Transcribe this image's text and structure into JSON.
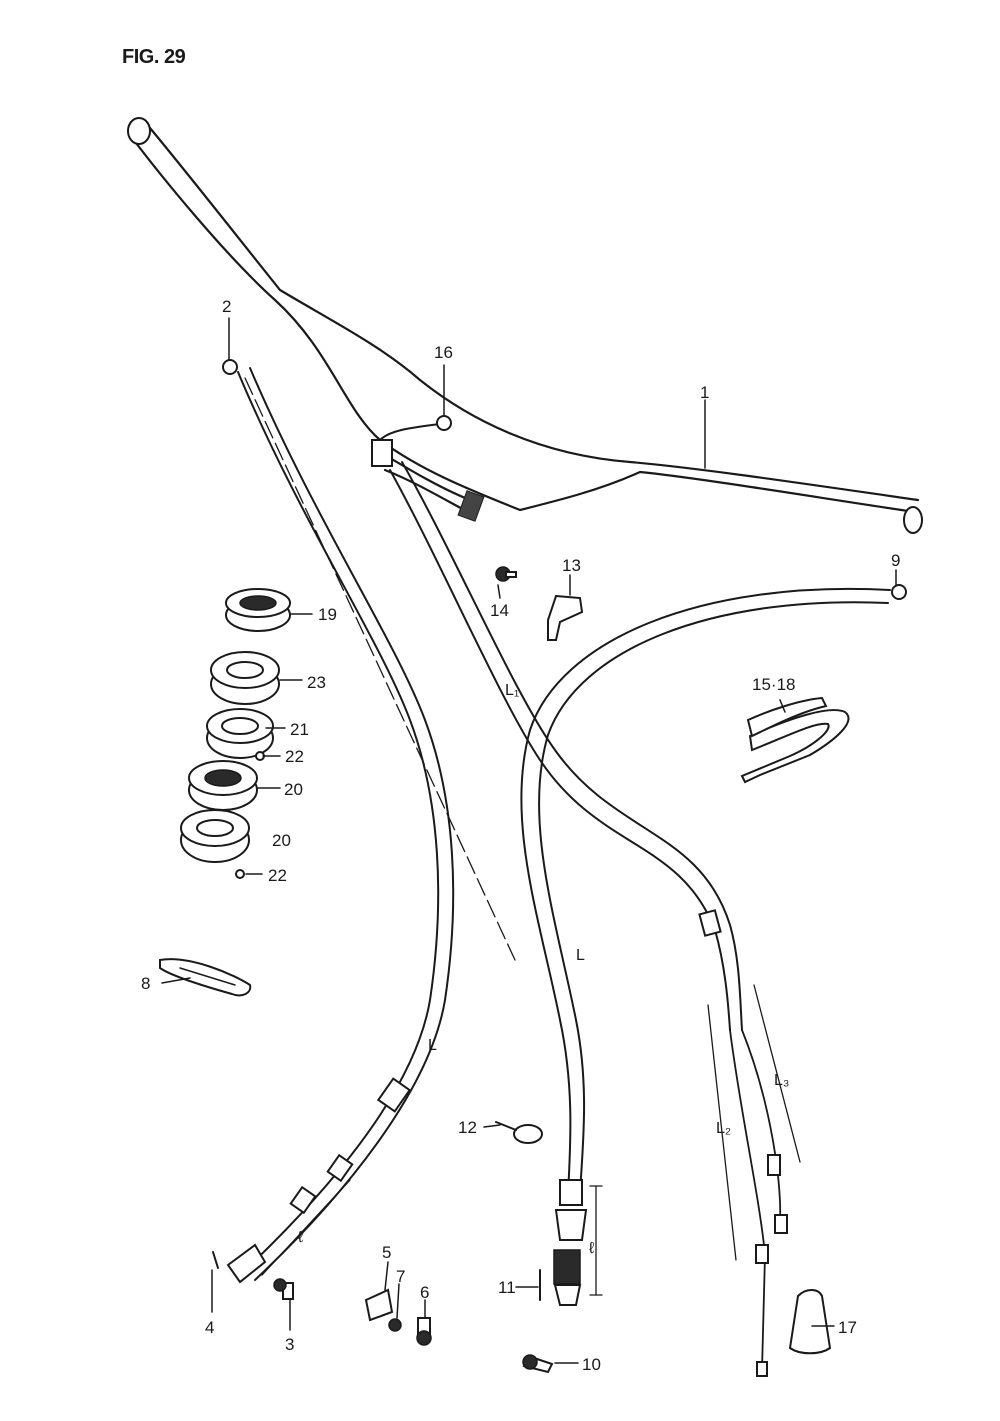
{
  "figure": {
    "title": "FIG. 29"
  },
  "callouts": [
    {
      "id": "c1",
      "text": "1"
    },
    {
      "id": "c2",
      "text": "2"
    },
    {
      "id": "c3",
      "text": "3"
    },
    {
      "id": "c4",
      "text": "4"
    },
    {
      "id": "c5",
      "text": "5"
    },
    {
      "id": "c6",
      "text": "6"
    },
    {
      "id": "c7",
      "text": "7"
    },
    {
      "id": "c8",
      "text": "8"
    },
    {
      "id": "c9",
      "text": "9"
    },
    {
      "id": "c10",
      "text": "10"
    },
    {
      "id": "c11",
      "text": "11"
    },
    {
      "id": "c12",
      "text": "12"
    },
    {
      "id": "c13",
      "text": "13"
    },
    {
      "id": "c14",
      "text": "14"
    },
    {
      "id": "c15",
      "text": "15·18"
    },
    {
      "id": "c16",
      "text": "16"
    },
    {
      "id": "c17",
      "text": "17"
    },
    {
      "id": "c19",
      "text": "19"
    },
    {
      "id": "c20a",
      "text": "20"
    },
    {
      "id": "c20b",
      "text": "20"
    },
    {
      "id": "c21",
      "text": "21"
    },
    {
      "id": "c22a",
      "text": "22"
    },
    {
      "id": "c22b",
      "text": "22"
    },
    {
      "id": "c23",
      "text": "23"
    }
  ],
  "dimensions": [
    {
      "id": "d_L1",
      "text": "L₁"
    },
    {
      "id": "d_L_front",
      "text": "L"
    },
    {
      "id": "d_L_left",
      "text": "L"
    },
    {
      "id": "d_l_left",
      "text": "ℓ"
    },
    {
      "id": "d_l_front",
      "text": "ℓ"
    },
    {
      "id": "d_L2",
      "text": "L₂"
    },
    {
      "id": "d_L3",
      "text": "L₃"
    }
  ]
}
